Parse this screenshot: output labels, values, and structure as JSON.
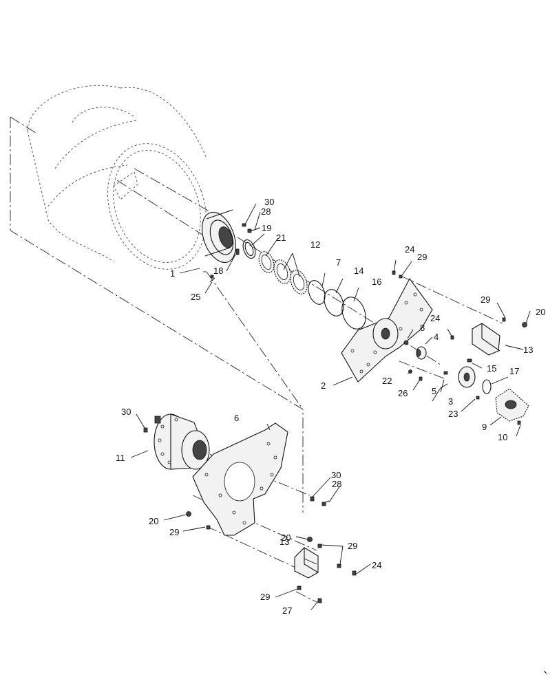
{
  "callouts": {
    "c1": "1",
    "c2": "2",
    "c3": "3",
    "c4": "4",
    "c5": "5",
    "c6": "6",
    "c7": "7",
    "c8": "8",
    "c9": "9",
    "c10": "10",
    "c11": "11",
    "c12": "12",
    "c13a": "13",
    "c13b": "13",
    "c14": "14",
    "c15": "15",
    "c16": "16",
    "c17": "17",
    "c18": "18",
    "c19": "19",
    "c20a": "20",
    "c20b": "20",
    "c20c": "20",
    "c21": "21",
    "c22": "22",
    "c23": "23",
    "c24a": "24",
    "c24b": "24",
    "c24c": "24",
    "c25": "25",
    "c26": "26",
    "c27": "27",
    "c28a": "28",
    "c28b": "28",
    "c29a": "29",
    "c29b": "29",
    "c29c": "29",
    "c29d": "29",
    "c30a": "30",
    "c30b": "30"
  }
}
